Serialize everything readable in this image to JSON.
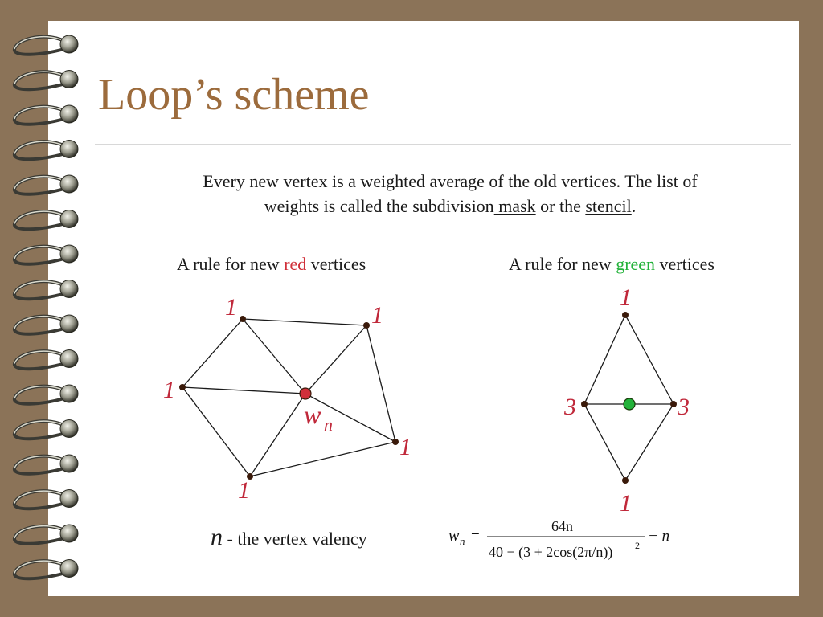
{
  "slide": {
    "title": "Loop’s scheme",
    "intro_part1": "Every new vertex is a weighted average of the old vertices. The list of weights is called the subdivision",
    "intro_mask": " mask",
    "intro_part2": " or the ",
    "intro_stencil": "stencil",
    "intro_end": "."
  },
  "rules": {
    "red_prefix": "A rule for new ",
    "red_word": "red",
    "red_suffix": " vertices",
    "green_prefix": "A rule for new ",
    "green_word": "green",
    "green_suffix": " vertices"
  },
  "red_stencil": {
    "center_label": "w",
    "center_sub": "n",
    "weights": [
      "1",
      "1",
      "1",
      "1",
      "1"
    ]
  },
  "green_stencil": {
    "weights": [
      "1",
      "3",
      "3",
      "1"
    ]
  },
  "valency": {
    "symbol": "n",
    "text": " - the vertex valency"
  },
  "formula": {
    "lhs": "w",
    "lhs_sub": "n",
    "eq": "=",
    "numerator": "64n",
    "denominator": "40 − (3 + 2cos(2π/n))",
    "exponent": "2",
    "tail": "− n"
  },
  "colors": {
    "red_point": "#d0303a",
    "green_point": "#23b23a",
    "label_red": "#c0283a",
    "title": "#9c6b3c",
    "background": "#8b7358"
  }
}
